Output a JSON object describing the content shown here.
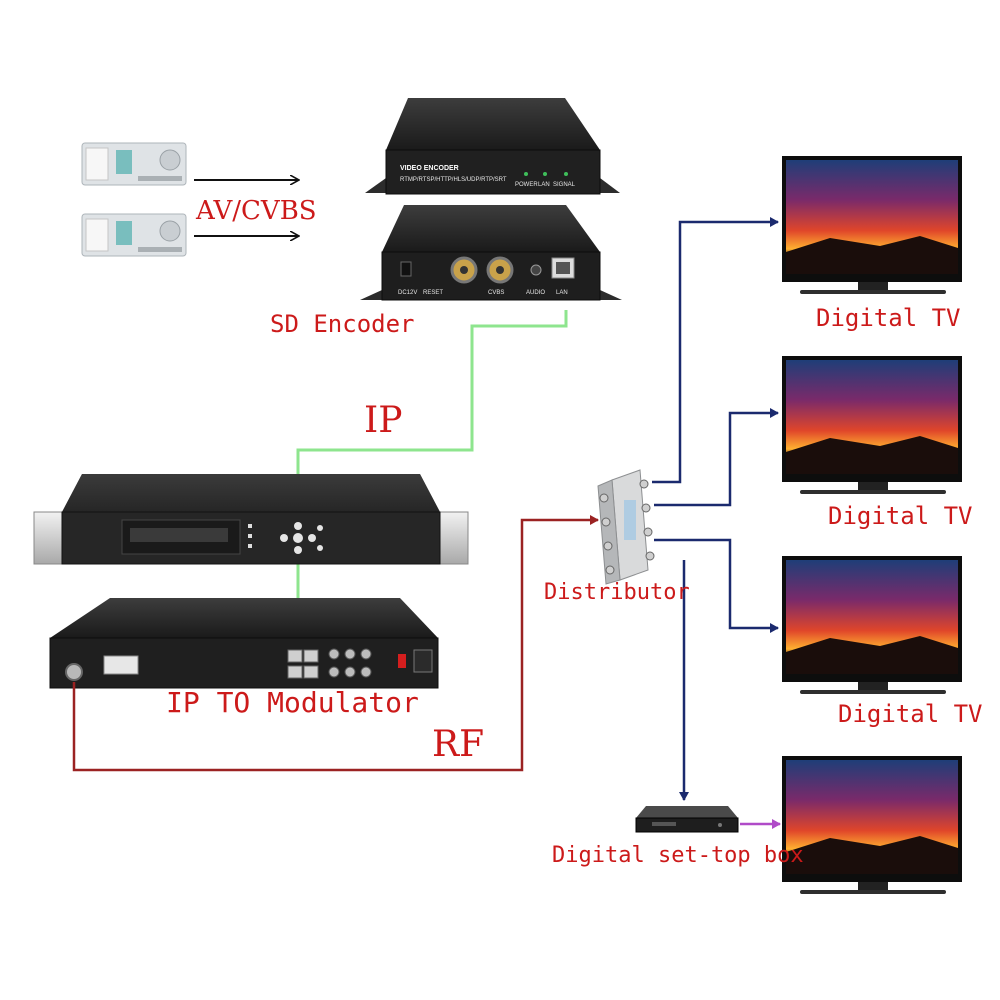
{
  "labels": {
    "av_cvbs": "AV/CVBS",
    "sd_encoder": "SD Encoder",
    "ip": "IP",
    "ip_to_modulator": "IP TO Modulator",
    "rf": "RF",
    "distributor": "Distributor",
    "digital_tv_1": "Digital TV",
    "digital_tv_2": "Digital TV",
    "digital_tv_3": "Digital TV",
    "set_top_box": "Digital set-top box"
  },
  "encoder": {
    "title": "VIDEO ENCODER",
    "protocols": "RTMP/RTSP/HTTP/HLS/UDP/RTP/SRT",
    "led_power": "POWER",
    "led_lan": "LAN",
    "led_signal": "SIGNAL",
    "port_dc": "DC12V",
    "port_reset": "RESET",
    "port_cvbs": "CVBS",
    "port_audio": "AUDIO",
    "port_lan": "LAN"
  },
  "colors": {
    "label_red": "#cc1a1a",
    "ip_line": "#8ee58e",
    "rf_line": "#9b2222",
    "tv_line": "#1b2a6e",
    "stb_line": "#b04bc8"
  }
}
